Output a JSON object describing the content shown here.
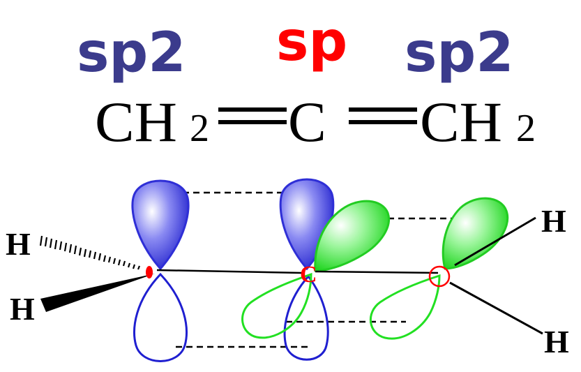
{
  "hybridization": {
    "left": "sp2",
    "center": "sp",
    "right": "sp2"
  },
  "formula": {
    "left_group": "CH",
    "left_subscript": "2",
    "center_atom": "C",
    "right_group": "CH",
    "right_subscript": "2"
  },
  "atoms": {
    "h_top_left": "H",
    "h_bottom_left": "H",
    "c_center": "C",
    "h_top_right": "H",
    "h_bottom_right": "H"
  },
  "colors": {
    "sp2_label": "#3b3b8c",
    "sp_label": "#ff0000",
    "blue_orbital": "#2f2fd6",
    "green_orbital": "#2ee02e",
    "carbon_atom": "#ff0000",
    "bond": "#000000"
  }
}
